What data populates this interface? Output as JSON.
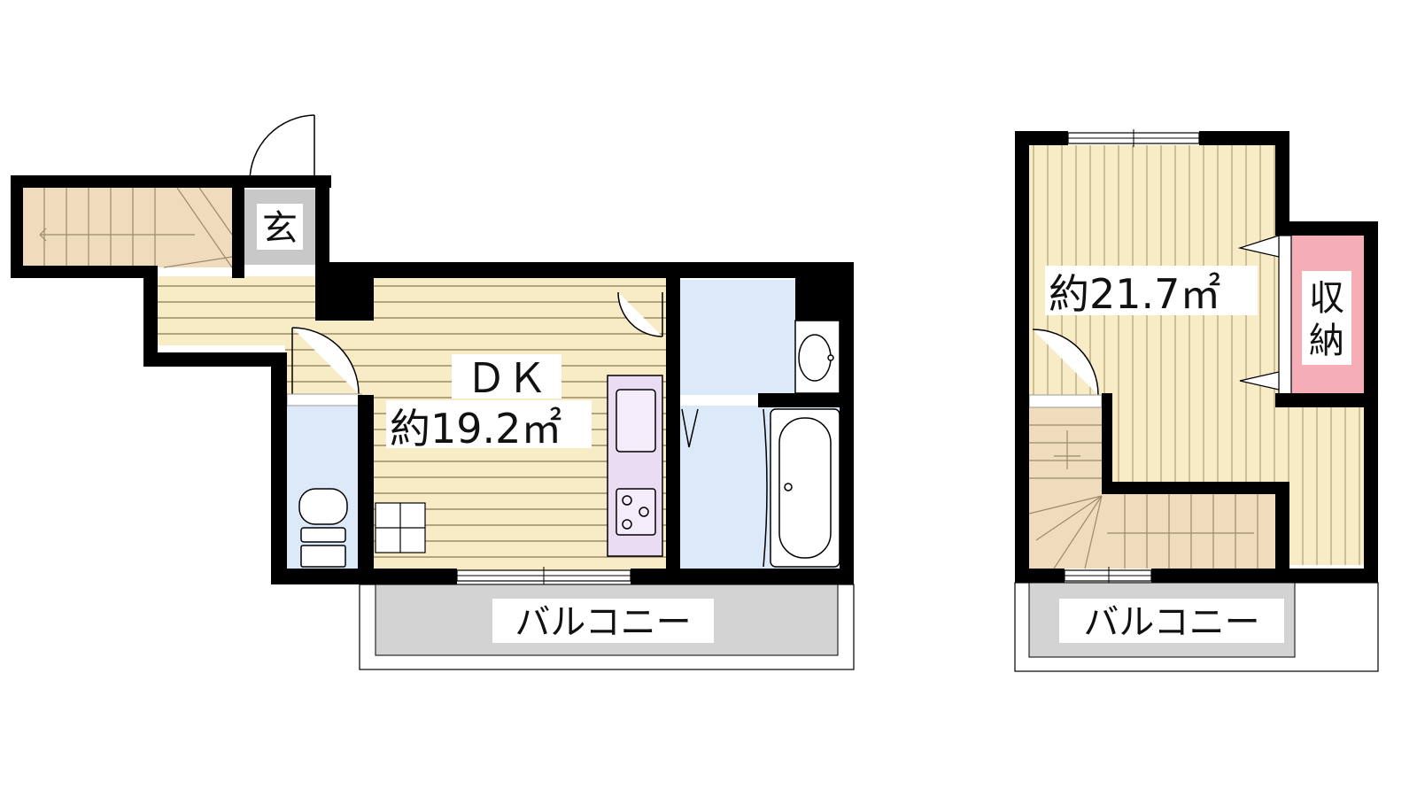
{
  "floor_1": {
    "room_label": "ＤＫ",
    "room_area": "約19.2㎡",
    "entrance_label": "玄",
    "balcony_label": "バルコニー"
  },
  "floor_2": {
    "room_area": "約21.7㎡",
    "storage_label_1": "収",
    "storage_label_2": "納",
    "balcony_label": "バルコニー"
  },
  "colors": {
    "wall": "#000000",
    "wood_floor": "#f7ecc6",
    "stair_floor": "#eedcbd",
    "wet_area": "#dbe9f8",
    "entrance": "#c8c8c8",
    "balcony": "#d3d3d3",
    "storage": "#f6aeb6",
    "kitchen": "#e9dcf3",
    "wood_line": "#8a7a50"
  }
}
